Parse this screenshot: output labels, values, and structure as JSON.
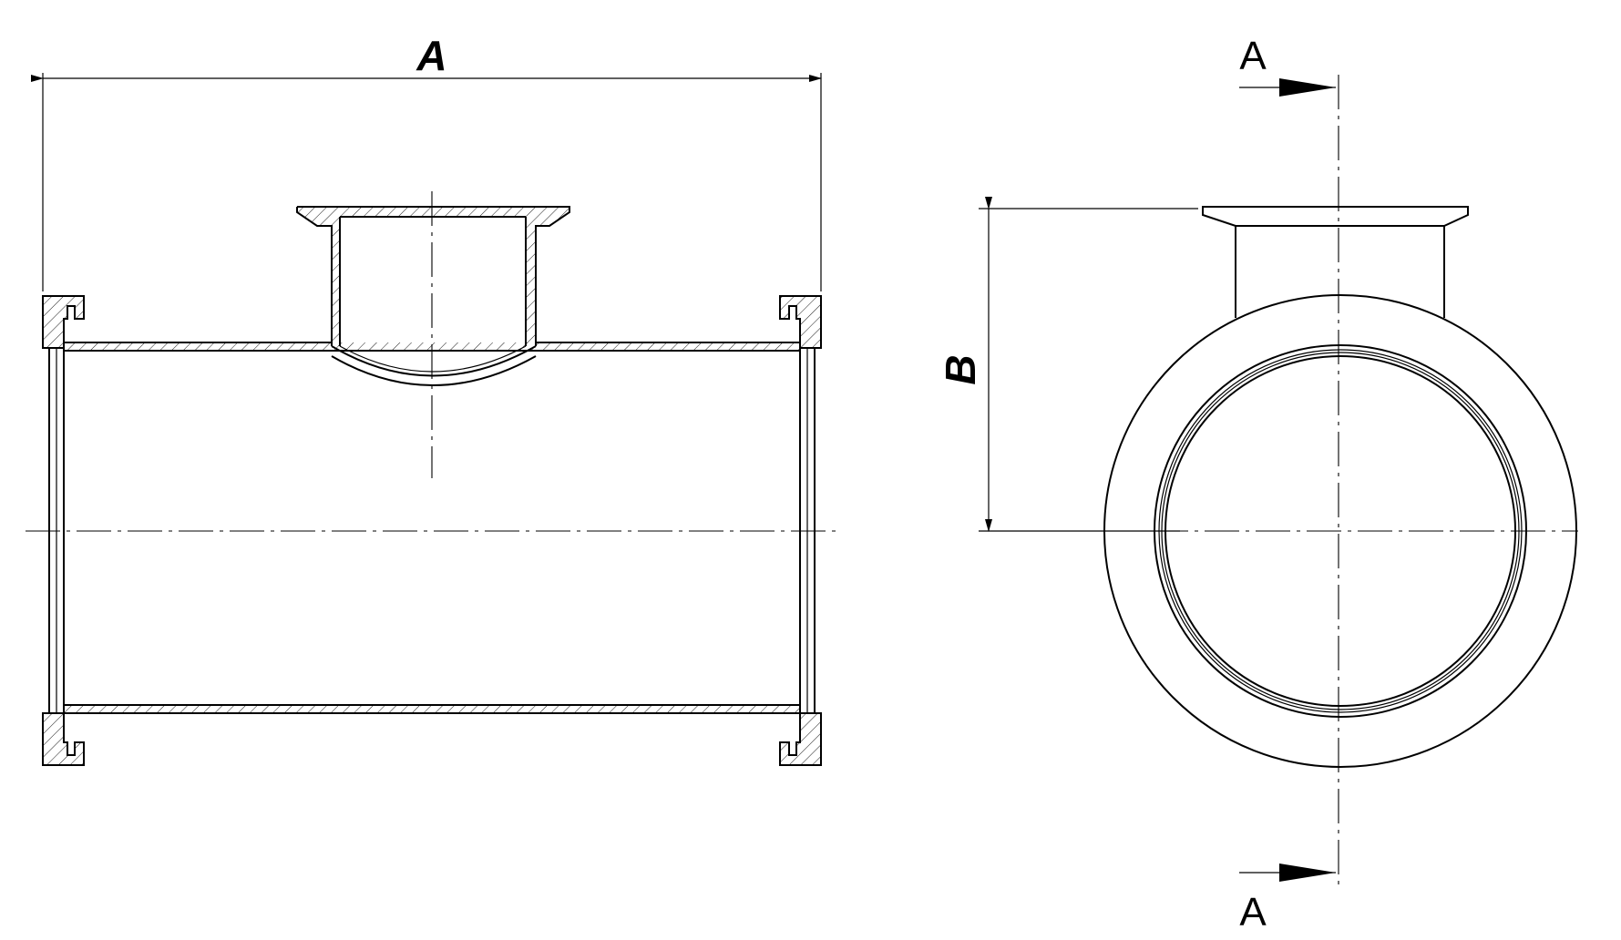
{
  "dimensions": {
    "overall_length_label": "A",
    "branch_height_label": "B"
  },
  "section": {
    "top_label": "A",
    "bottom_label": "A"
  }
}
